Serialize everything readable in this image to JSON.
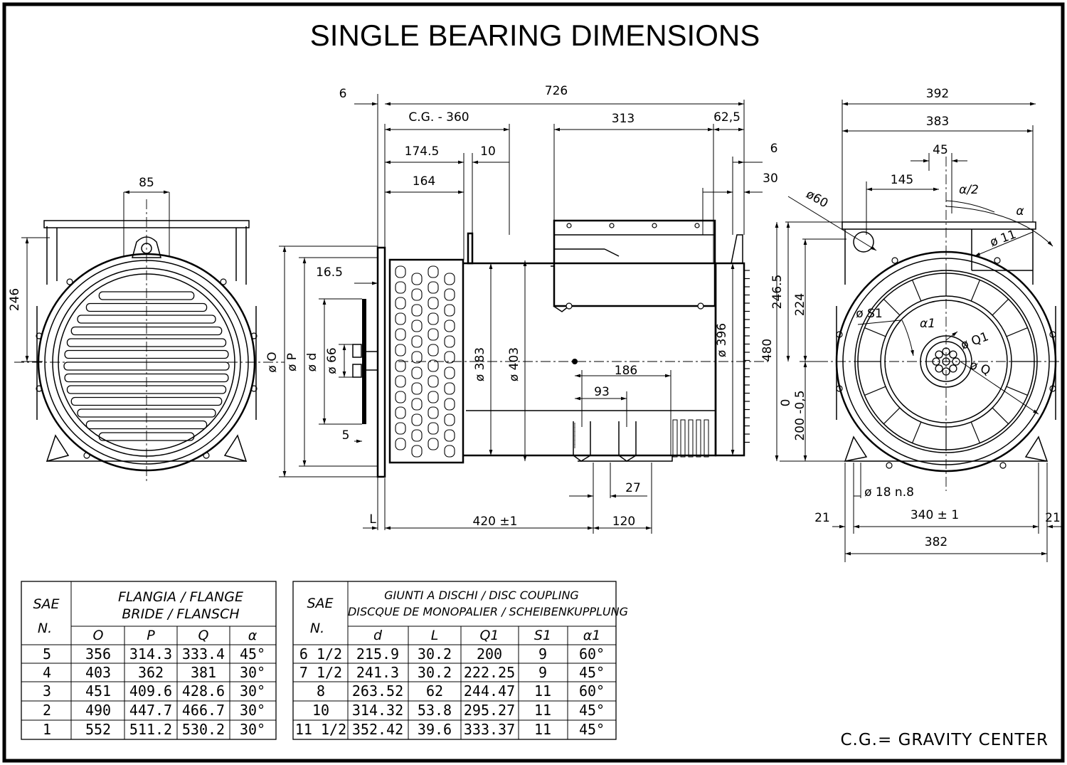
{
  "title": "SINGLE BEARING DIMENSIONS",
  "footer_note": "C.G.= GRAVITY CENTER",
  "front_view": {
    "width_85": "85",
    "height_246": "246",
    "dia_O": "ø O",
    "dia_P": "ø P",
    "dia_d": "ø d",
    "dia_66": "ø 66",
    "dim_16_5": "16.5",
    "dim_5": "5"
  },
  "side_view": {
    "dim_6": "6",
    "dim_726": "726",
    "cg": "C.G.  -  360",
    "dim_313": "313",
    "dim_62_5": "62,5",
    "dim_174_5": "174.5",
    "dim_10": "10",
    "dim_6b": "6",
    "dim_164": "164",
    "dim_30": "30",
    "dia_383": "ø 383",
    "dia_403": "ø 403",
    "dia_396": "ø 396",
    "dim_186": "186",
    "dim_93": "93",
    "dim_27": "27",
    "dim_L": "L",
    "dim_420": "420 ±1",
    "dim_120": "120"
  },
  "end_view": {
    "dim_392": "392",
    "dim_383": "383",
    "dim_45": "45",
    "dim_145": "145",
    "alpha_half": "α/2",
    "alpha": "α",
    "dia_60": "ø60",
    "dia_11": "ø 11",
    "dia_S1": "ø S1",
    "alpha1": "α1",
    "dia_Q1": "ø Q1",
    "dia_Q": "ø Q",
    "dim_246_5": "246.5",
    "dim_224": "224",
    "dim_480": "480",
    "dim_0": "0",
    "dim_200": "200 -0,5",
    "holes": "ø 18 n.8",
    "dim_21a": "21",
    "dim_340": "340 ± 1",
    "dim_21b": "21",
    "dim_382": "382"
  },
  "flange_table": {
    "sae_header": "SAE",
    "n_header": "N.",
    "group_header_1": "FLANGIA / FLANGE",
    "group_header_2": "BRIDE / FLANSCH",
    "columns": [
      "O",
      "P",
      "Q",
      "α"
    ],
    "rows": [
      [
        "5",
        "356",
        "314.3",
        "333.4",
        "45°"
      ],
      [
        "4",
        "403",
        "362",
        "381",
        "30°"
      ],
      [
        "3",
        "451",
        "409.6",
        "428.6",
        "30°"
      ],
      [
        "2",
        "490",
        "447.7",
        "466.7",
        "30°"
      ],
      [
        "1",
        "552",
        "511.2",
        "530.2",
        "30°"
      ]
    ]
  },
  "coupling_table": {
    "sae_header": "SAE",
    "n_header": "N.",
    "group_header_1": "GIUNTI A DISCHI / DISC COUPLING",
    "group_header_2": "DISCQUE DE MONOPALIER / SCHEIBENKUPPLUNG",
    "columns": [
      "d",
      "L",
      "Q1",
      "S1",
      "α1"
    ],
    "rows": [
      [
        "6  1/2",
        "215.9",
        "30.2",
        "200",
        "9",
        "60°"
      ],
      [
        "7  1/2",
        "241.3",
        "30.2",
        "222.25",
        "9",
        "45°"
      ],
      [
        "8",
        "263.52",
        "62",
        "244.47",
        "11",
        "60°"
      ],
      [
        "10",
        "314.32",
        "53.8",
        "295.27",
        "11",
        "45°"
      ],
      [
        "11  1/2",
        "352.42",
        "39.6",
        "333.37",
        "11",
        "45°"
      ]
    ]
  }
}
